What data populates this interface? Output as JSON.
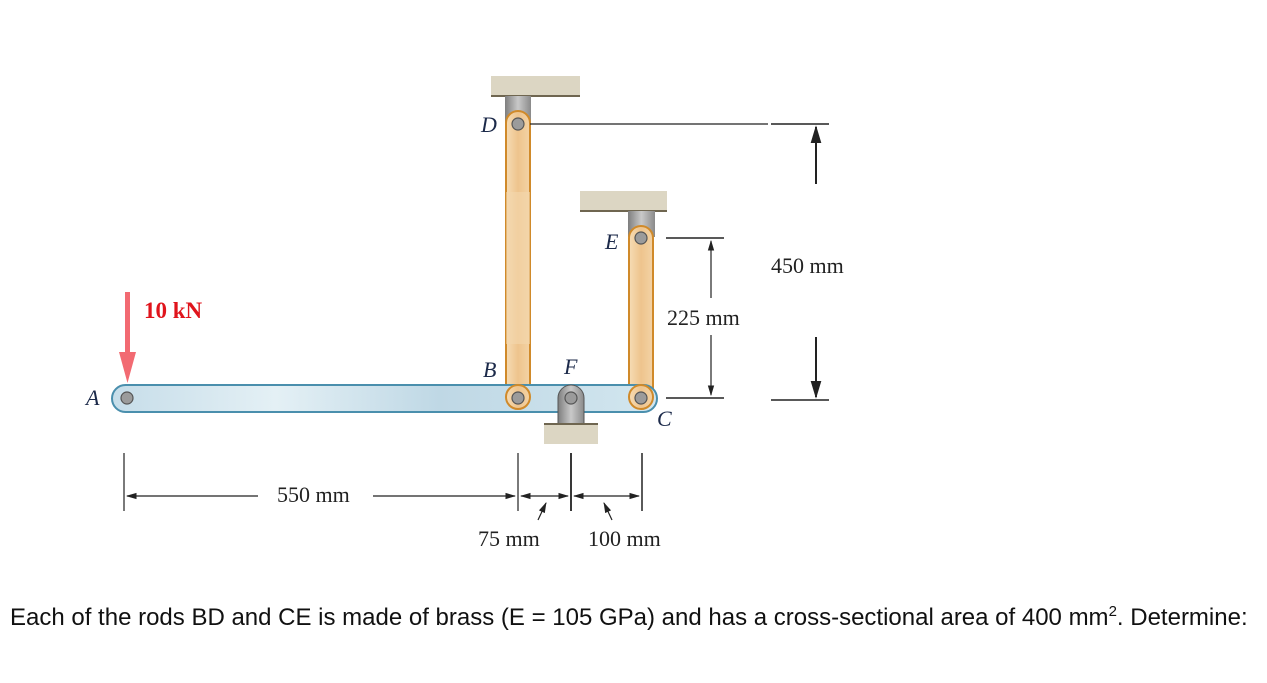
{
  "figure": {
    "points": {
      "A": "A",
      "B": "B",
      "C": "C",
      "D": "D",
      "E": "E",
      "F": "F"
    },
    "load": {
      "label": "10 kN",
      "direction": "down",
      "applied_at": "A",
      "color": "#e0141c"
    },
    "dimensions": {
      "AB": "550 mm",
      "BF": "75 mm",
      "FC": "100 mm",
      "CE_height": "225 mm",
      "BD_height": "450 mm"
    },
    "colors": {
      "bar": "#cfe4ee",
      "bar_edge": "#4a8fad",
      "rod": "#efc893",
      "rod_edge": "#d08a2a",
      "support": "#dcd6c3",
      "bracket": "#9a9a9a"
    }
  },
  "problem": {
    "text_main": "Each of the rods BD and CE is made of brass (E = 105 GPa) and has a cross-sectional area of 400 mm",
    "superscript": "2",
    "text_end": ". Determine:"
  }
}
